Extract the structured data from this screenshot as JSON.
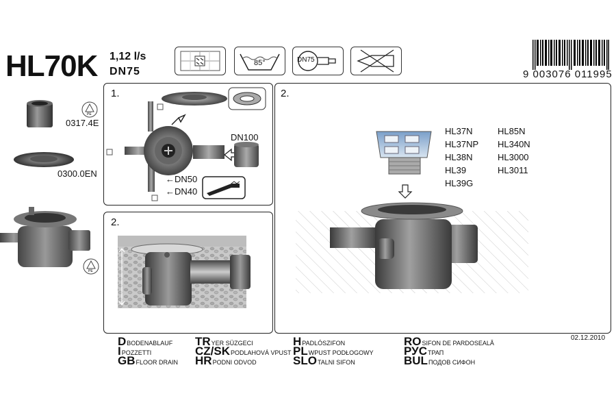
{
  "header": {
    "title": "HL70K",
    "flow_rate": "1,12 l/s",
    "diameter": "DN75",
    "icon_temp_label": "85°",
    "icon_dn_label": "DN75",
    "barcode_number": "9 003076 011995"
  },
  "side_parts": [
    {
      "code": "0317.4E",
      "recycle": "PE"
    },
    {
      "code": "0300.0EN"
    },
    {
      "recycle": "PE"
    }
  ],
  "panel1": {
    "number": "1.",
    "labels": {
      "dn100": "DN100",
      "dn50": "←DN50",
      "dn40": "←DN40"
    }
  },
  "panel2_left": {
    "number": "2."
  },
  "panel2_right": {
    "number": "2.",
    "models_col1": [
      "HL37N",
      "HL37NP",
      "HL38N",
      "HL39",
      "HL39G"
    ],
    "models_col2": [
      "HL85N",
      "HL340N",
      "HL3000",
      "HL3011"
    ]
  },
  "date": "02.12.2010",
  "legend": [
    {
      "code": "D",
      "text": "Bodenablauf"
    },
    {
      "code": "I",
      "text": "Pozzetti"
    },
    {
      "code": "GB",
      "text": "Floor drain"
    },
    {
      "code": "TR",
      "text": "Yer süzgeci"
    },
    {
      "code": "CZ/SK",
      "text": "Podlahová vpust"
    },
    {
      "code": "HR",
      "text": "Podni odvod"
    },
    {
      "code": "H",
      "text": "Padlószifon"
    },
    {
      "code": "PL",
      "text": "Wpust podłogowy"
    },
    {
      "code": "SLO",
      "text": "Talni sifon"
    },
    {
      "code": "RO",
      "text": "Sifon de pardoseală"
    },
    {
      "code": "РУС",
      "text": "Трап"
    },
    {
      "code": "BUL",
      "text": "Подов сифон"
    }
  ]
}
